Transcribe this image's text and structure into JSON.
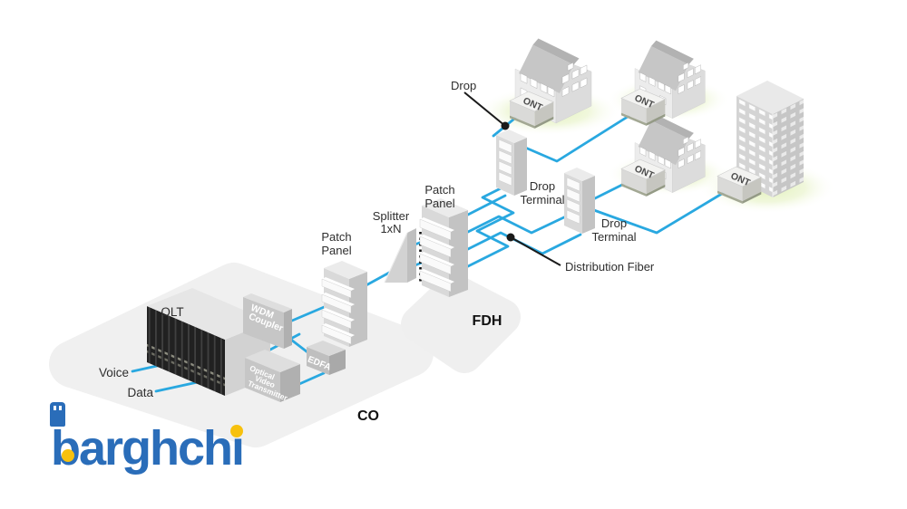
{
  "diagram": {
    "labels": {
      "olt": "OLT",
      "voice": "Voice",
      "data": "Data",
      "co": "CO",
      "fdh": "FDH",
      "drop": "Drop",
      "distribution_fiber": "Distribution Fiber",
      "splitter_line1": "Splitter",
      "splitter_line2": "1xN",
      "co_patch_panel_line1": "Patch",
      "co_patch_panel_line2": "Panel",
      "fdh_patch_panel_line1": "Patch",
      "fdh_patch_panel_line2": "Panel",
      "drop_terminal1_line1": "Drop",
      "drop_terminal1_line2": "Terminal",
      "drop_terminal2_line1": "Drop",
      "drop_terminal2_line2": "Terminal"
    },
    "equipment_text": {
      "wdm_line1": "WDM",
      "wdm_line2": "Coupler",
      "edfa": "EDFA",
      "ovt_line1": "Optical",
      "ovt_line2": "Video",
      "ovt_line3": "Transmitter",
      "ont1": "ONT",
      "ont2": "ONT",
      "ont3": "ONT",
      "ont4": "ONT"
    },
    "colors": {
      "fiber": "#29a8e0",
      "callout": "#1a1a1a",
      "glow": "#dcecb4",
      "platform": "#f0f0f0",
      "label_text": "#2e2e2e"
    }
  },
  "logo": {
    "text": "barghchi",
    "blue": "#2a6db9",
    "yellow": "#f7c10e"
  }
}
